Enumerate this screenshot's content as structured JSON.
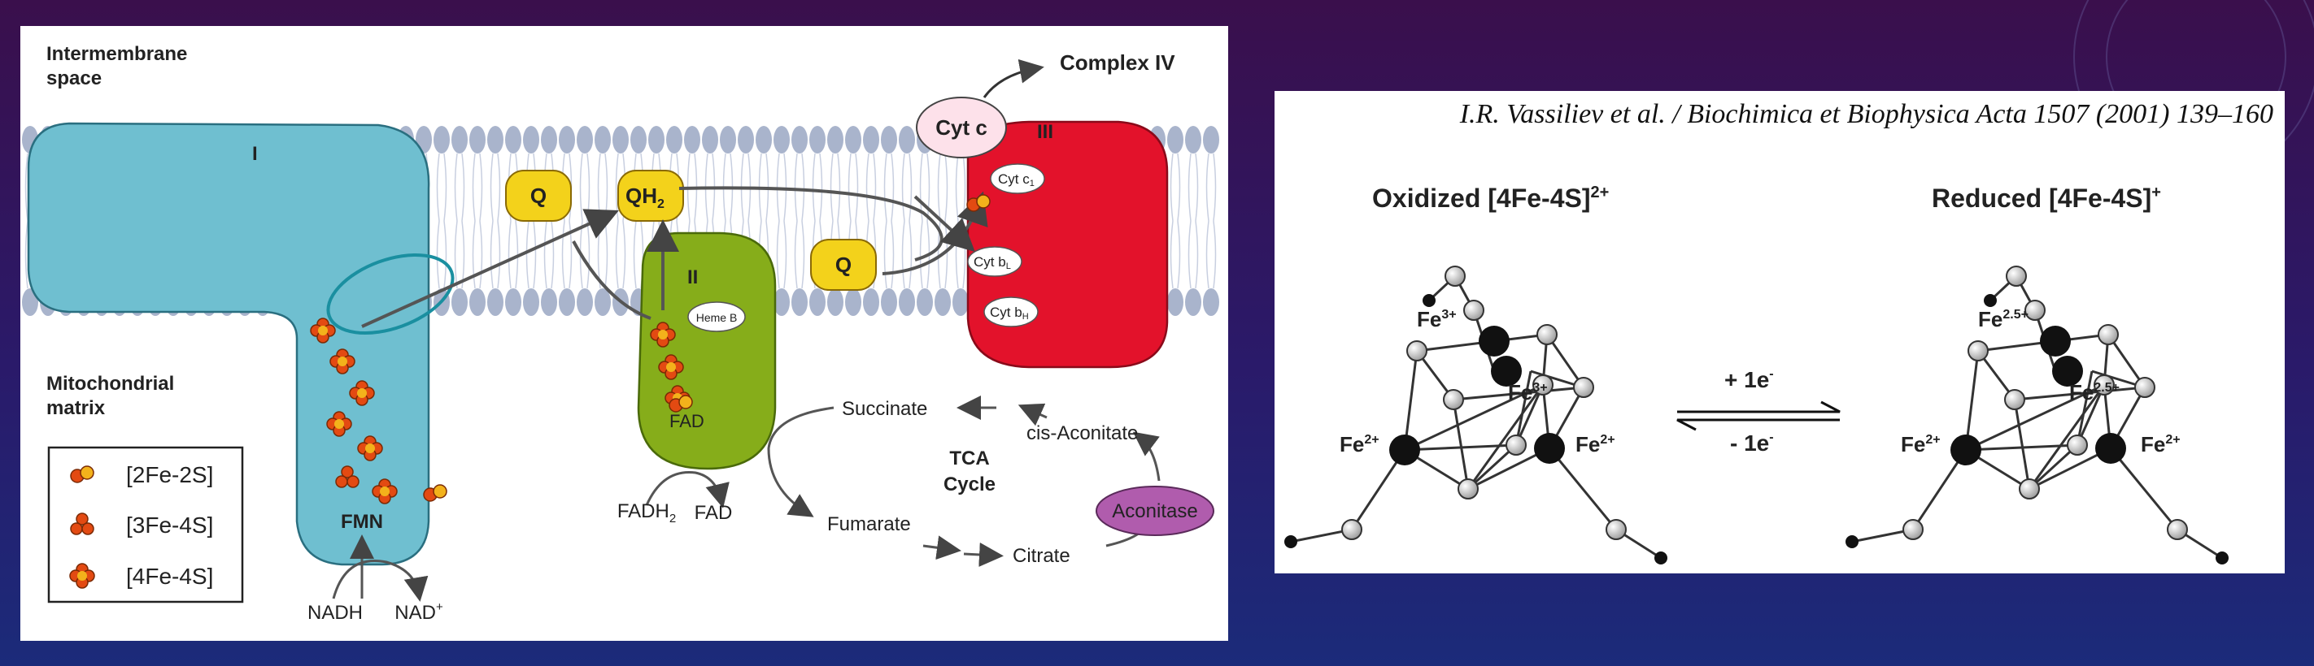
{
  "left_diagram": {
    "intermembrane_space": [
      "Intermembrane",
      "space"
    ],
    "mitochondrial_matrix": [
      "Mitochondrial",
      "matrix"
    ],
    "complex_i": "I",
    "complex_ii": "II",
    "complex_iii": "III",
    "complex_iv": "Complex IV",
    "cyt_c": "Cyt c",
    "q1": "Q",
    "q2": "Q",
    "qh2": "QH",
    "qh2_sub": "2",
    "heme_b": "Heme B",
    "cyt_c1": "Cyt c",
    "cyt_c1_sub": "1",
    "cyt_bl": "Cyt b",
    "cyt_bl_sub": "L",
    "cyt_bh": "Cyt b",
    "cyt_bh_sub": "H",
    "fmn": "FMN",
    "fad_in_ii": "FAD",
    "nadh": "NADH",
    "nad_plus": "NAD",
    "nad_plus_sup": "+",
    "fadh2": "FADH",
    "fadh2_sub": "2",
    "fad": "FAD",
    "tca": [
      "TCA",
      "Cycle"
    ],
    "succinate": "Succinate",
    "fumarate": "Fumarate",
    "citrate": "Citrate",
    "cis_aconitate": "cis-Aconitate",
    "aconitase": "Aconitase",
    "legend": [
      "[2Fe-2S]",
      "[3Fe-4S]",
      "[4Fe-4S]"
    ]
  },
  "right_diagram": {
    "citation": "I.R. Vassiliev et al. / Biochimica et Biophysica Acta 1507 (2001) 139–160",
    "oxidized_title": "Oxidized [4Fe-4S]",
    "oxidized_charge": "2+",
    "reduced_title": "Reduced [4Fe-4S]",
    "reduced_charge": "+",
    "fe": "Fe",
    "ox_top_charge": "3+",
    "ox_mid_charge": "3+",
    "ox_left_charge": "2+",
    "ox_right_charge": "2+",
    "red_top_charge": "2.5+",
    "red_mid_charge": "2.5+",
    "red_left_charge": "2+",
    "red_right_charge": "2+",
    "plus_e": "+ 1e",
    "minus_e": "- 1e",
    "e_sup": "-"
  },
  "colors": {
    "complex_i": "#6fbfd0",
    "complex_ii": "#86ad1a",
    "complex_iii": "#e3122b",
    "quinone": "#f3d21b",
    "cyt_c": "#fde1ea",
    "aconitase": "#b05cad",
    "membrane": "#a9b4cc"
  }
}
